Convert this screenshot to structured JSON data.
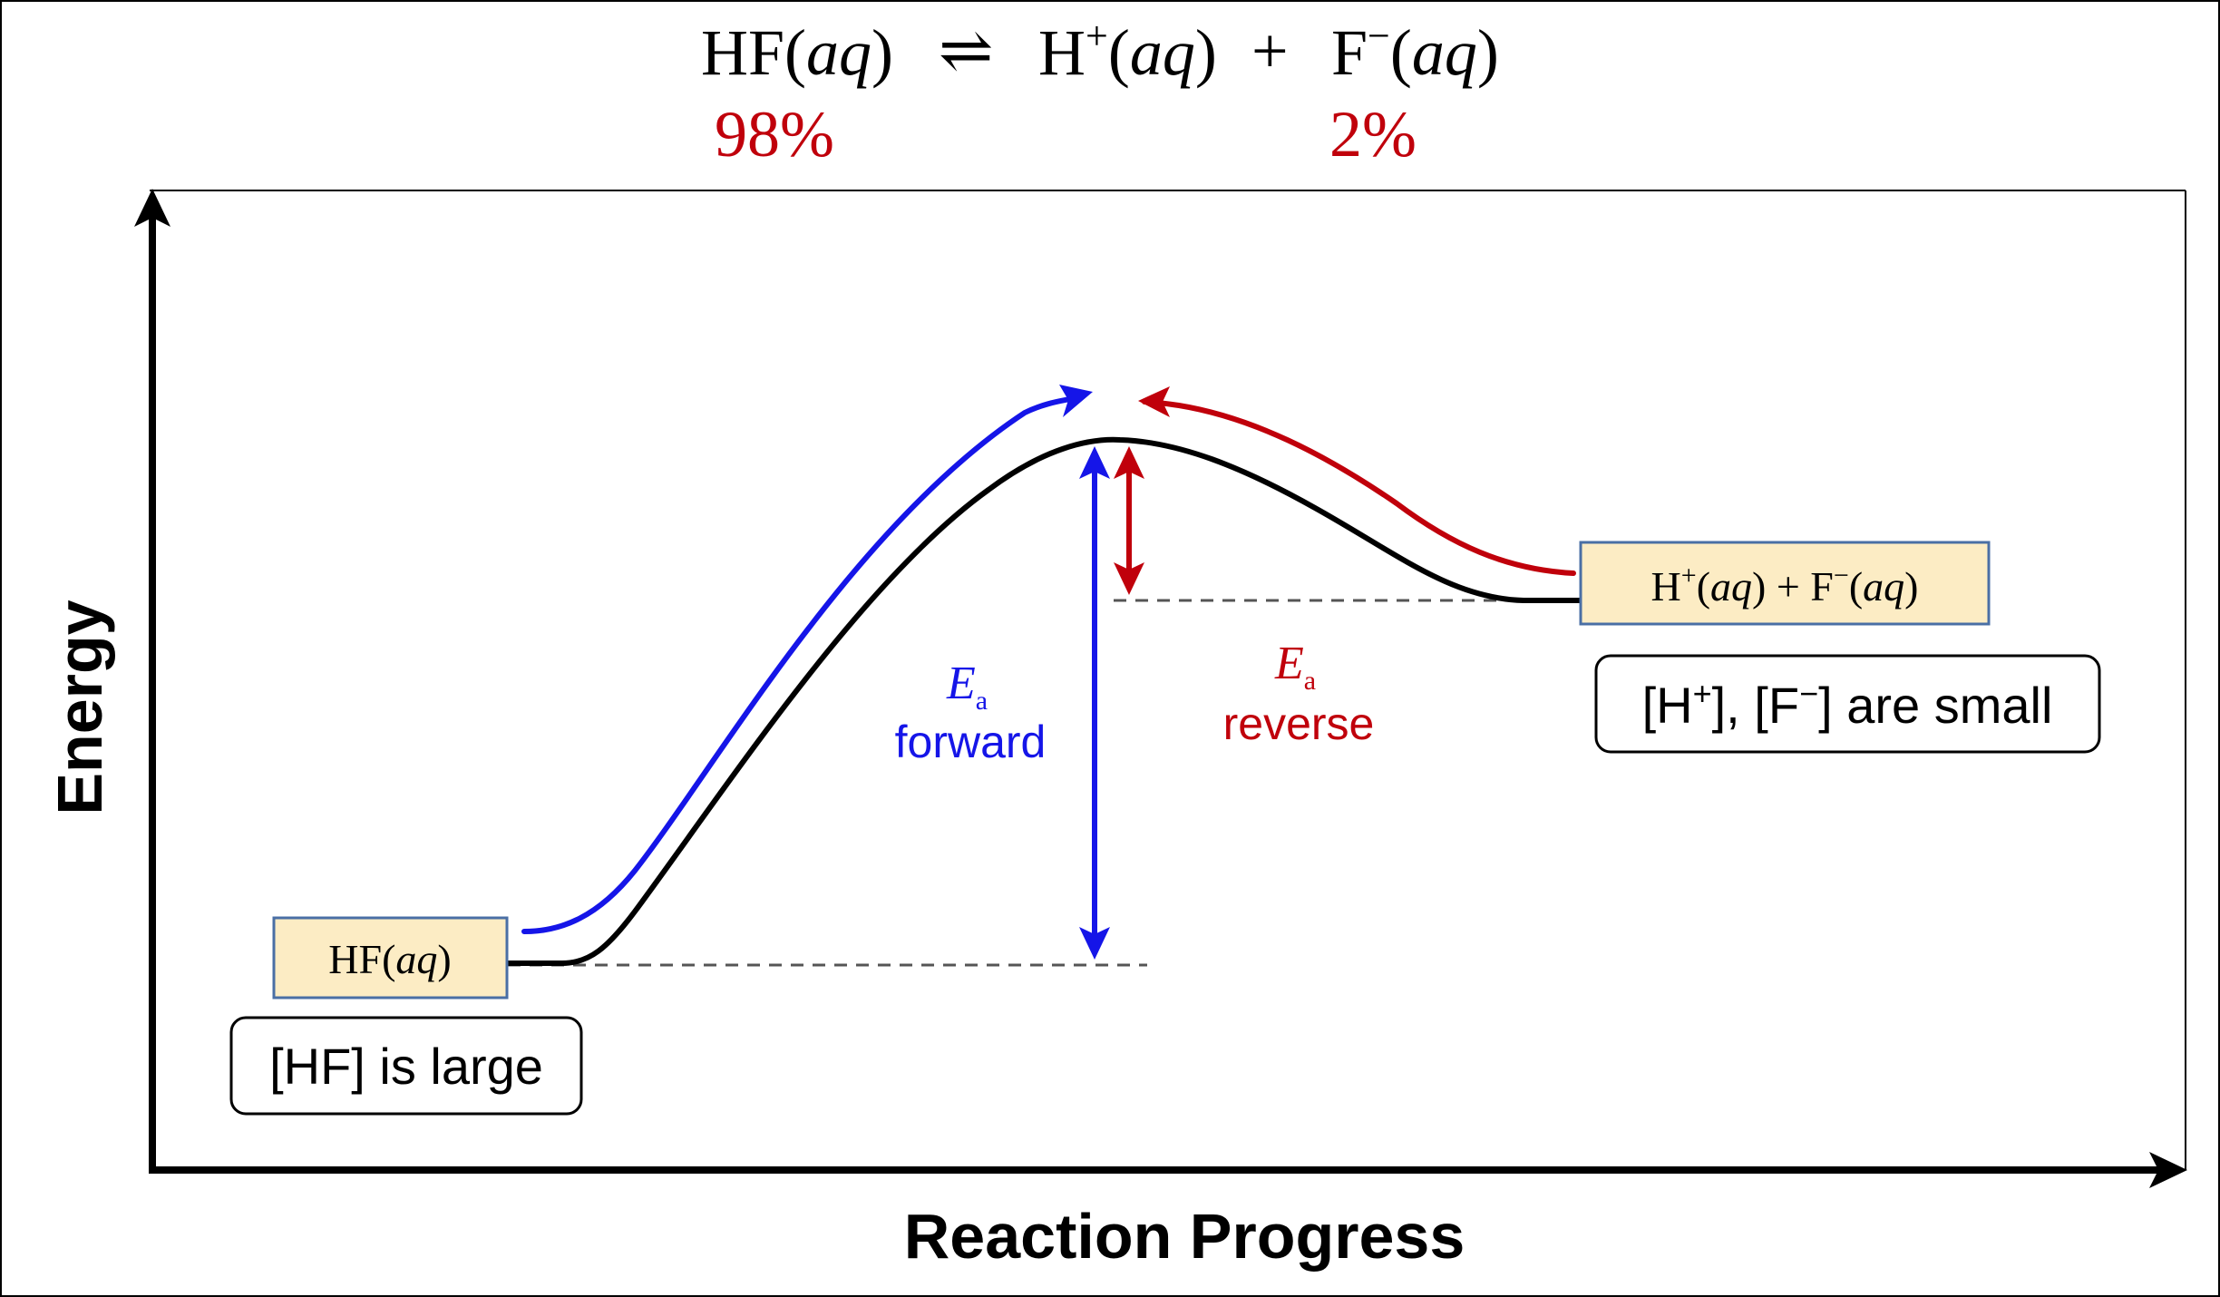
{
  "colors": {
    "forward": "#1515e8",
    "reverse": "#c0000b",
    "species_box_fill": "#fcecc4",
    "species_box_border": "#4a6fa5",
    "curve": "#000000"
  },
  "equation": {
    "reactant": "HF",
    "reactant_state": "aq",
    "arrow": "⇌",
    "product1_base": "H",
    "product1_charge": "+",
    "product1_state": "aq",
    "plus": "+",
    "product2_base": "F",
    "product2_charge": "−",
    "product2_state": "aq"
  },
  "percentages": {
    "reactant": "98%",
    "products": "2%"
  },
  "axes": {
    "y_label": "Energy",
    "x_label": "Reaction Progress"
  },
  "reactant_box": {
    "base": "HF",
    "state": "aq"
  },
  "product_box": {
    "p1_base": "H",
    "p1_charge": "+",
    "p1_state": "aq",
    "plus": "+",
    "p2_base": "F",
    "p2_charge": "−",
    "p2_state": "aq"
  },
  "notes": {
    "reactant": "[HF] is large",
    "product_open": "[H",
    "product_charge1": "+",
    "product_mid": "], [F",
    "product_charge2": "−",
    "product_close": "] are small"
  },
  "activation": {
    "symbol": "E",
    "subscript": "a",
    "forward_label": "forward",
    "reverse_label": "reverse"
  }
}
